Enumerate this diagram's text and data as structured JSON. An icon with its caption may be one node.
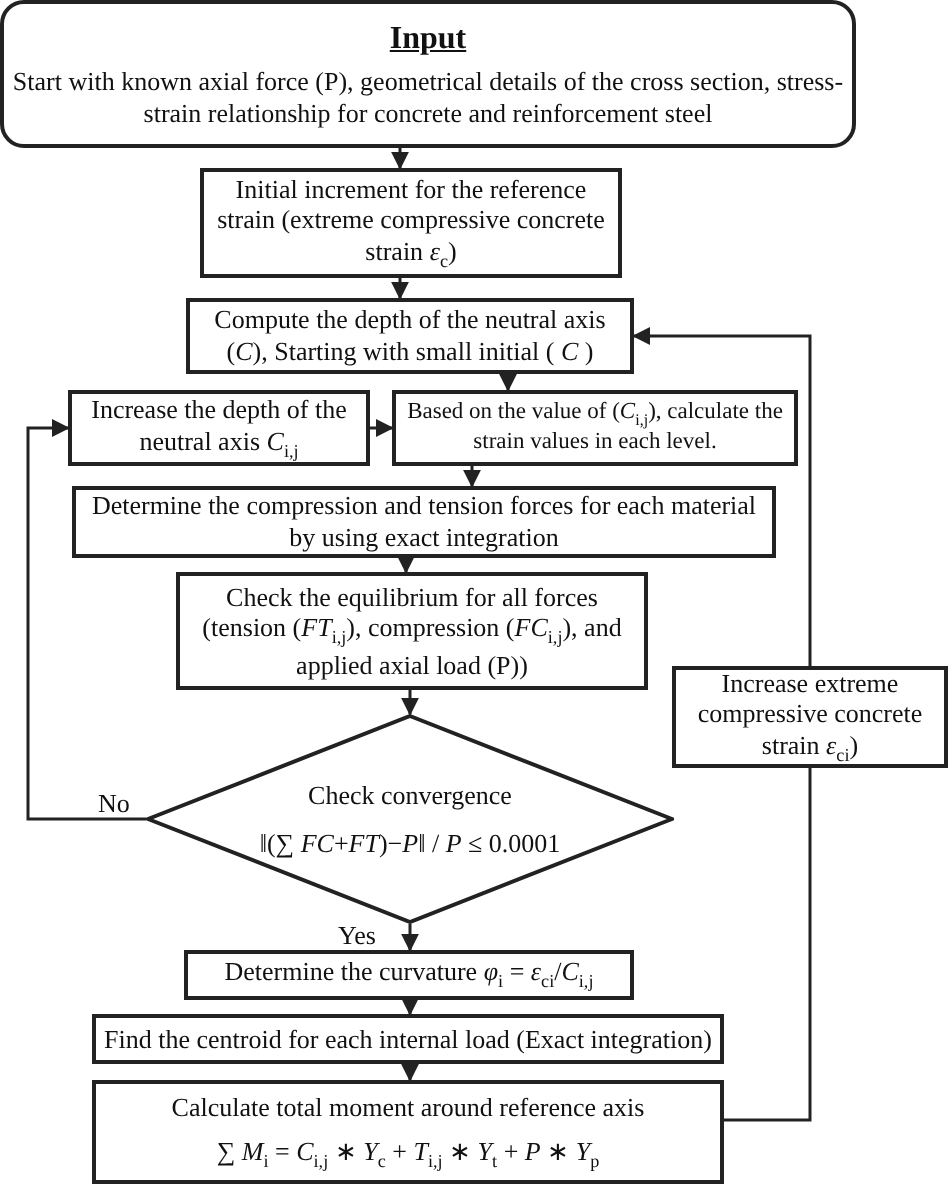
{
  "diagram": {
    "nodes": [
      {
        "text": [
          "Input",
          "Start with known axial force (P), geometrical details of the cross section, stress- strain relationship for concrete and reinforcement steel"
        ]
      },
      {
        "text": [
          "Initial increment for the reference strain (extreme compressive concrete strain *ε*$_{c}$)"
        ]
      },
      {
        "text": [
          "Compute the depth of the neutral axis (*C*), Starting with small initial ( *C* )"
        ]
      },
      {
        "text": [
          "Increase the depth of the neutral axis *C*$_{i,j}$"
        ]
      },
      {
        "text": [
          "Based on the value of (*C*$_{i,j}$), calculate the strain values in each level."
        ]
      },
      {
        "text": [
          "Determine the compression and tension forces for each material by using exact integration"
        ]
      },
      {
        "text": [
          "Check the equilibrium for all forces (tension (*FT*$_{i,j}$), compression (*FC*$_{i,j}$), and applied axial load (P))"
        ]
      },
      {
        "text": [
          "Check convergence",
          "‖(∑ *FC*+*FT*)−*P*‖ / *P* ≤ 0.0001"
        ]
      },
      {
        "text": [
          "Determine the curvature *φ*$_{i}$ = *ε*$_{ci}$/*C*$_{i,j}$"
        ]
      },
      {
        "text": [
          "Find the centroid for each internal load (Exact integration)"
        ]
      },
      {
        "text": [
          "Calculate total moment around reference axis",
          "∑ *M*$_{i}$ = *C*$_{i,j}$ ∗ *Y*$_{c}$ + *T*$_{i,j}$ ∗ *Y*$_{t}$ + *P* ∗ *Y*$_{p}$"
        ]
      },
      {
        "text": [
          "Increase extreme compressive concrete strain *ε*$_{ci}$)"
        ]
      }
    ],
    "edges": [
      {
        "from": 0,
        "to": 1,
        "arrow": "to"
      },
      {
        "from": 1,
        "to": 2,
        "arrow": "to"
      },
      {
        "from": 2,
        "to": 4,
        "arrow": "to"
      },
      {
        "from": 3,
        "to": 4,
        "arrow": "to"
      },
      {
        "from": 4,
        "to": 5,
        "arrow": "to"
      },
      {
        "from": 5,
        "to": 6,
        "arrow": "to"
      },
      {
        "from": 6,
        "to": 7,
        "arrow": "to"
      },
      {
        "from": 7,
        "to": 3,
        "arrow": "to",
        "label": "No"
      },
      {
        "from": 7,
        "to": 8,
        "arrow": "to",
        "label": "Yes"
      },
      {
        "from": 8,
        "to": 9,
        "arrow": "to"
      },
      {
        "from": 9,
        "to": 10,
        "arrow": "to"
      },
      {
        "from": 10,
        "to": 11,
        "arrow": "none"
      },
      {
        "from": 11,
        "to": 2,
        "arrow": "to"
      }
    ]
  }
}
